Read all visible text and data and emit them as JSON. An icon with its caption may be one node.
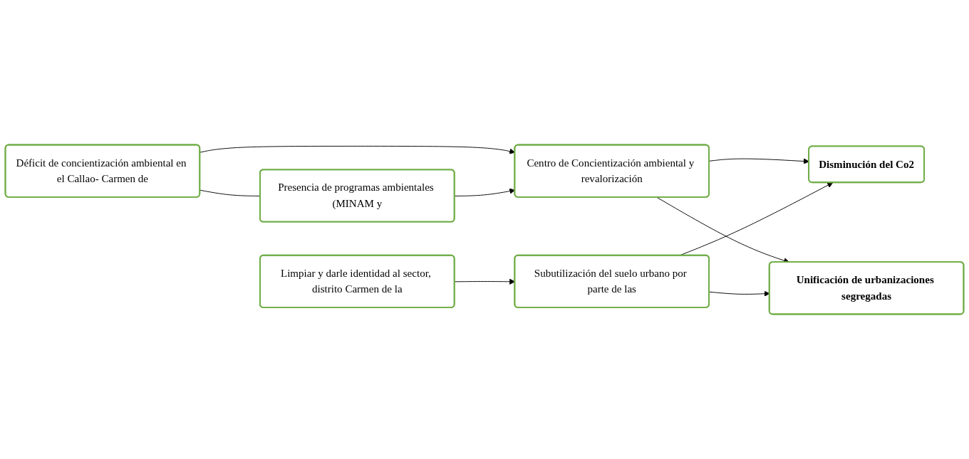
{
  "diagram": {
    "nodes": [
      {
        "text": [
          "Déficit de concientización ambiental en el Callao- Carmen de"
        ]
      },
      {
        "text": [
          "Centro de Concientización ambiental y revalorización"
        ]
      },
      {
        "text": [
          "Presencia de programas ambientales (MINAM y"
        ]
      },
      {
        "text": [
          "Disminución del Co2"
        ]
      },
      {
        "text": [
          "Unificación de urbanizaciones segregadas"
        ]
      },
      {
        "text": [
          "Limpiar y darle identidad al sector, distrito Carmen de la"
        ]
      },
      {
        "text": [
          "Subutilización del suelo urbano por parte de las"
        ]
      }
    ],
    "edges": [
      {
        "from": 0,
        "to": 2,
        "arrow": "none"
      },
      {
        "from": 0,
        "to": 1,
        "arrow": "to"
      },
      {
        "from": 2,
        "to": 1,
        "arrow": "to"
      },
      {
        "from": 1,
        "to": 3,
        "arrow": "to"
      },
      {
        "from": 1,
        "to": 4,
        "arrow": "to"
      },
      {
        "from": 5,
        "to": 6,
        "arrow": "to"
      },
      {
        "from": 6,
        "to": 3,
        "arrow": "to"
      },
      {
        "from": 6,
        "to": 4,
        "arrow": "to"
      }
    ]
  }
}
